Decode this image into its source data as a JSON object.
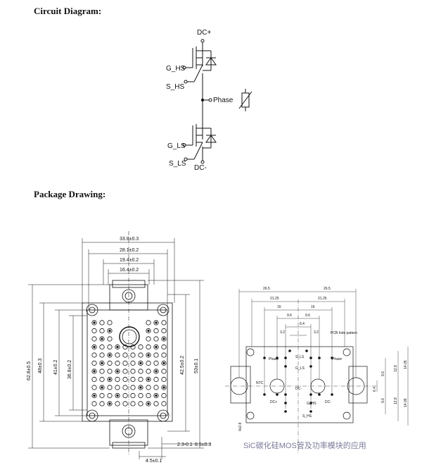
{
  "headings": {
    "circuit": "Circuit Diagram:",
    "package": "Package Drawing:"
  },
  "circuit": {
    "dc_plus": "DC+",
    "dc_minus": "DC-",
    "g_hs": "G_HS",
    "s_hs": "S_HS",
    "g_ls": "G_LS",
    "s_ls": "S_LS",
    "phase": "Phase"
  },
  "left_drawing": {
    "top_dims": [
      "33.8±0.3",
      "28.1±0.2",
      "19.4±0.2",
      "16.4±0.2"
    ],
    "left_dims": [
      "62.8±0.5",
      "48±0.3",
      "41±0.2",
      "36.8±0.2"
    ],
    "right_dims": [
      "42.5±0.2",
      "53±0.1"
    ],
    "bottom_dims": [
      "2.3-0.1",
      "8.5±0.3",
      "4.5±0.1"
    ]
  },
  "right_drawing": {
    "top_dims": [
      "26.5",
      "26.5",
      "21.25",
      "21.25",
      "16",
      "16",
      "9.6",
      "9.6",
      "6.4",
      "3.2",
      "3.2"
    ],
    "right_dims": [
      "9.6",
      "12.8",
      "14.05",
      "6.4",
      "9.6",
      "12.8",
      "14.05"
    ],
    "pcb_note": "PCB hole pattern",
    "pin_labels": [
      "Phase",
      "S_LS",
      "G_LS",
      "Phase",
      "NTC",
      "DC-",
      "DC-",
      "DC+",
      "G_HS",
      "S_HS"
    ],
    "left_dim": "4x2.8"
  },
  "watermark": "SiC碳化硅MOS管及功率模块的应用",
  "colors": {
    "line": "#111111",
    "watermark": "#7a7a9a"
  }
}
